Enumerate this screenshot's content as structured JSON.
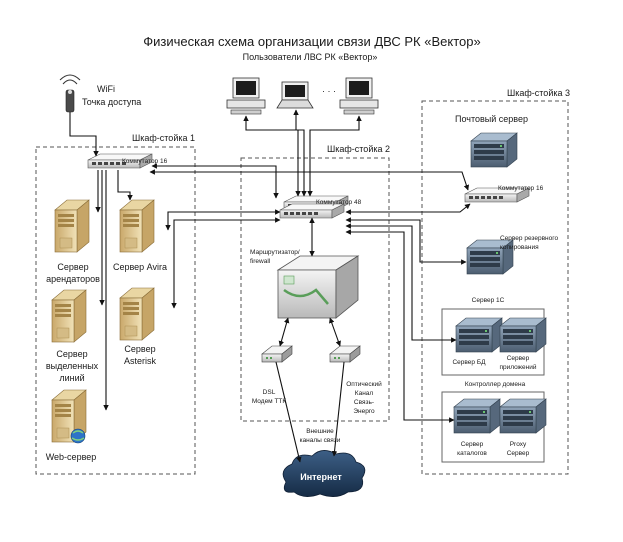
{
  "title": "Физическая схема организации связи ДВС РК «Вектор»",
  "users": {
    "label": "Пользователи ЛВС РК «Вектор»",
    "ellipsis": "· · ·"
  },
  "wifi": {
    "line1": "WiFi",
    "line2": "Точка доступа"
  },
  "cabinet1": {
    "label": "Шкаф-стойка 1",
    "switch": "Коммутатор 16",
    "servers": {
      "tenants": [
        "Сервер",
        "арендаторов"
      ],
      "avira": "Сервер Avira",
      "leased": [
        "Сервер",
        "выделенных",
        "линий"
      ],
      "asterisk": [
        "Сервер",
        "Asterisk"
      ],
      "web": "Web-сервер"
    }
  },
  "cabinet2": {
    "label": "Шкаф-стойка 2",
    "switch": "Коммутатор 48",
    "router": [
      "Маршрутизатор/",
      "firewall"
    ],
    "dsl": [
      "DSL",
      "Модем ТТК"
    ],
    "optical": [
      "Оптический",
      "Канал",
      "Связь-",
      "Энерго"
    ],
    "external": [
      "Внешние",
      "каналы связи"
    ]
  },
  "cabinet3": {
    "label": "Шкаф-стойка 3",
    "mail": "Почтовый сервер",
    "switch": "Коммутатор 16",
    "backup": [
      "Сервер резервного",
      "копирования"
    ],
    "group1c": {
      "label": "Сервер 1С",
      "db": "Сервер БД",
      "apps": [
        "Сервер",
        "приложений"
      ]
    },
    "domain": {
      "label": "Контроллер домена",
      "catalogs": [
        "Сервер",
        "каталогов"
      ],
      "proxy": [
        "Proxy",
        "Сервер"
      ]
    }
  },
  "internet": "Интернет"
}
